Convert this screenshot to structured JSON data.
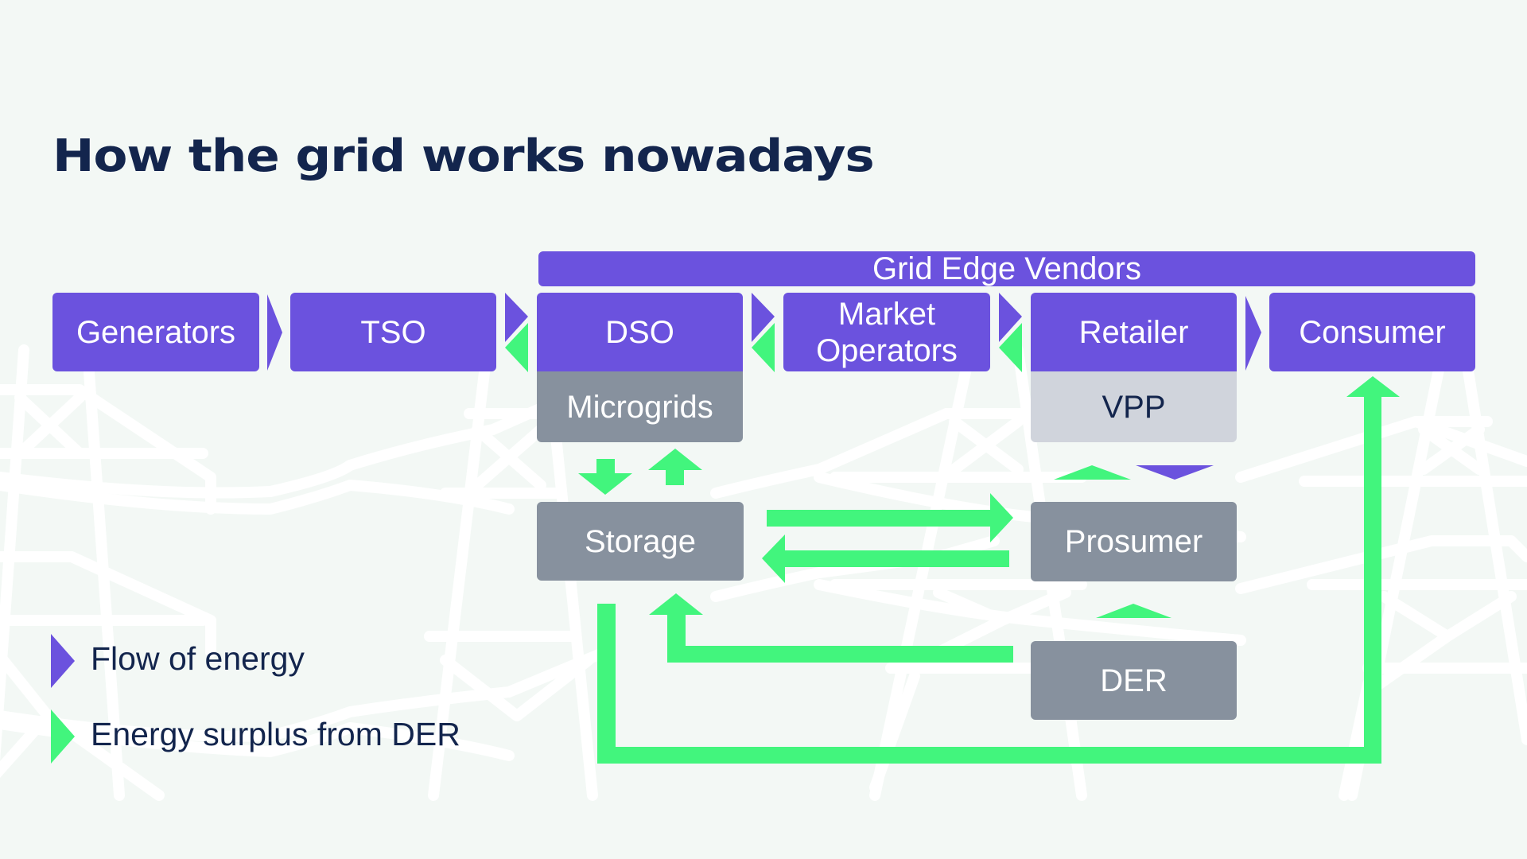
{
  "title": "How the grid works nowadays",
  "colors": {
    "background": "#F3F8F5",
    "actor": "#6B52DE",
    "component": "#87919E",
    "aggregator": "#D0D4DC",
    "surplus_flow": "#42F57D",
    "text_dark": "#13254D"
  },
  "grid_edge_bar": {
    "label": "Grid Edge Vendors"
  },
  "chain": [
    {
      "id": "generators",
      "label": "Generators"
    },
    {
      "id": "tso",
      "label": "TSO"
    },
    {
      "id": "dso",
      "label": "DSO"
    },
    {
      "id": "market",
      "label": "Market Operators"
    },
    {
      "id": "retailer",
      "label": "Retailer"
    },
    {
      "id": "consumer",
      "label": "Consumer"
    }
  ],
  "sub_nodes": {
    "microgrids": "Microgrids",
    "vpp": "VPP",
    "storage": "Storage",
    "prosumer": "Prosumer",
    "der": "DER"
  },
  "connections": [
    {
      "from": "Generators",
      "to": "TSO",
      "type": "flow of energy"
    },
    {
      "from": "TSO",
      "to": "DSO",
      "type": "flow of energy"
    },
    {
      "from": "DSO",
      "to": "TSO",
      "type": "energy surplus from DER"
    },
    {
      "from": "DSO",
      "to": "Market Operators",
      "type": "flow of energy"
    },
    {
      "from": "Market Operators",
      "to": "DSO",
      "type": "energy surplus from DER"
    },
    {
      "from": "Market Operators",
      "to": "Retailer",
      "type": "flow of energy"
    },
    {
      "from": "Retailer",
      "to": "Market Operators",
      "type": "energy surplus from DER"
    },
    {
      "from": "Retailer",
      "to": "Consumer",
      "type": "flow of energy"
    },
    {
      "from": "Microgrids",
      "to": "Storage",
      "type": "energy surplus from DER"
    },
    {
      "from": "Storage",
      "to": "Microgrids",
      "type": "energy surplus from DER"
    },
    {
      "from": "Storage",
      "to": "Prosumer",
      "type": "energy surplus from DER"
    },
    {
      "from": "Prosumer",
      "to": "Storage",
      "type": "energy surplus from DER"
    },
    {
      "from": "Prosumer",
      "to": "VPP",
      "type": "energy surplus from DER"
    },
    {
      "from": "VPP",
      "to": "Prosumer",
      "type": "flow of energy"
    },
    {
      "from": "DER",
      "to": "Prosumer",
      "type": "energy surplus from DER"
    },
    {
      "from": "DER",
      "to": "Storage",
      "type": "energy surplus from DER"
    },
    {
      "from": "Storage",
      "to": "Consumer",
      "type": "energy surplus from DER"
    }
  ],
  "legend": [
    {
      "label": "Flow of energy",
      "color": "#6B52DE"
    },
    {
      "label": "Energy surplus from DER",
      "color": "#42F57D"
    }
  ]
}
